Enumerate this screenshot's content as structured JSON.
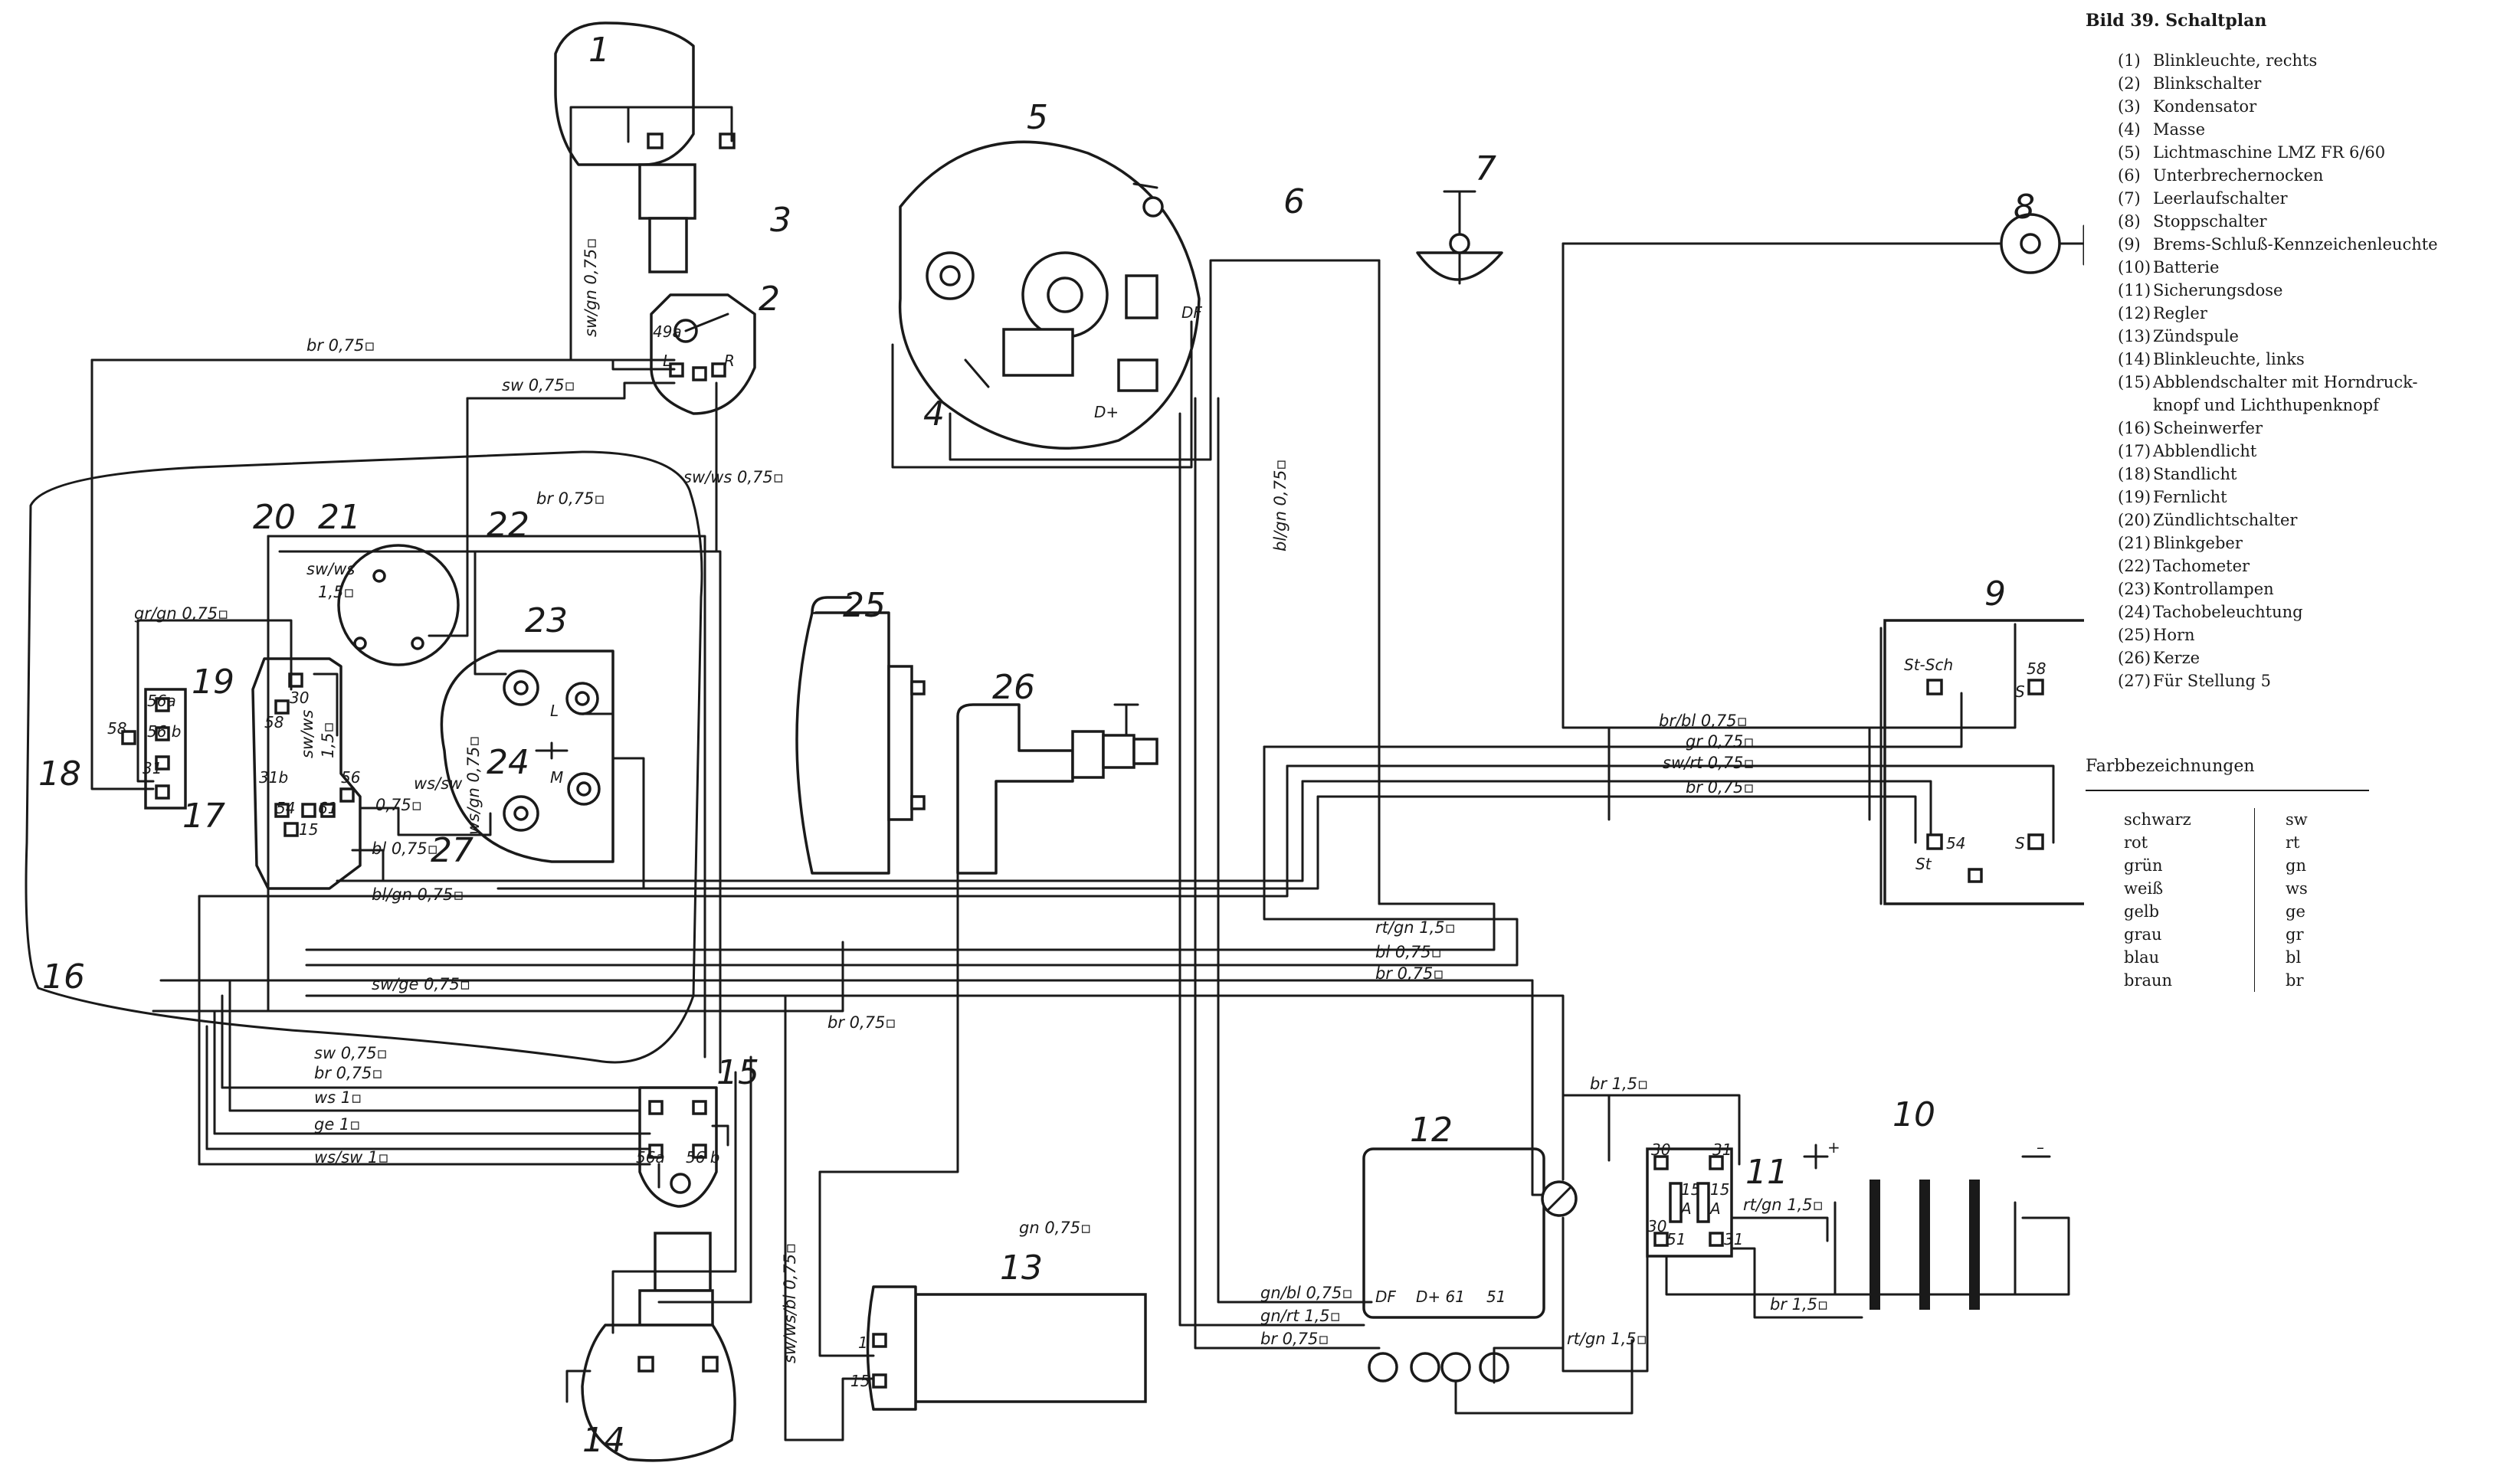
{
  "legend": {
    "title": "Bild 39. Schaltplan",
    "items": [
      {
        "num": "(1)",
        "text": "Blinkleuchte, rechts"
      },
      {
        "num": "(2)",
        "text": "Blinkschalter"
      },
      {
        "num": "(3)",
        "text": "Kondensator"
      },
      {
        "num": "(4)",
        "text": "Masse"
      },
      {
        "num": "(5)",
        "text": "Lichtmaschine LMZ FR 6/60"
      },
      {
        "num": "(6)",
        "text": "Unterbrechernocken"
      },
      {
        "num": "(7)",
        "text": "Leerlaufschalter"
      },
      {
        "num": "(8)",
        "text": "Stoppschalter"
      },
      {
        "num": "(9)",
        "text": "Brems-Schluß-Kennzeichenleuchte"
      },
      {
        "num": "(10)",
        "text": "Batterie"
      },
      {
        "num": "(11)",
        "text": "Sicherungsdose"
      },
      {
        "num": "(12)",
        "text": "Regler"
      },
      {
        "num": "(13)",
        "text": "Zündspule"
      },
      {
        "num": "(14)",
        "text": "Blinkleuchte, links"
      },
      {
        "num": "(15)",
        "text": "Abblendschalter mit Horndruck-"
      },
      {
        "num": "",
        "text": "knopf und Lichthupenknopf"
      },
      {
        "num": "(16)",
        "text": "Scheinwerfer"
      },
      {
        "num": "(17)",
        "text": "Abblendlicht"
      },
      {
        "num": "(18)",
        "text": "Standlicht"
      },
      {
        "num": "(19)",
        "text": "Fernlicht"
      },
      {
        "num": "(20)",
        "text": "Zündlichtschalter"
      },
      {
        "num": "(21)",
        "text": "Blinkgeber"
      },
      {
        "num": "(22)",
        "text": "Tachometer"
      },
      {
        "num": "(23)",
        "text": "Kontrollampen"
      },
      {
        "num": "(24)",
        "text": "Tachobeleuchtung"
      },
      {
        "num": "(25)",
        "text": "Horn"
      },
      {
        "num": "(26)",
        "text": "Kerze"
      },
      {
        "num": "(27)",
        "text": "Für Stellung 5"
      }
    ],
    "color_title": "Farbbezeichnungen",
    "colors": [
      {
        "name": "schwarz",
        "abbr": "sw"
      },
      {
        "name": "rot",
        "abbr": "rt"
      },
      {
        "name": "grün",
        "abbr": "gn"
      },
      {
        "name": "weiß",
        "abbr": "ws"
      },
      {
        "name": "gelb",
        "abbr": "ge"
      },
      {
        "name": "grau",
        "abbr": "gr"
      },
      {
        "name": "blau",
        "abbr": "bl"
      },
      {
        "name": "braun",
        "abbr": "br"
      }
    ]
  },
  "diagram": {
    "component_numbers": [
      "1",
      "2",
      "3",
      "4",
      "5",
      "6",
      "7",
      "8",
      "9",
      "10",
      "11",
      "12",
      "13",
      "14",
      "15",
      "16",
      "17",
      "18",
      "19",
      "20",
      "21",
      "22",
      "23",
      "24",
      "25",
      "26",
      "27"
    ],
    "wire_labels": {
      "w1": "sw/gn 0,75▫",
      "w2": "br 0,75▫",
      "w3": "sw 0,75▫",
      "w4": "sw/ws 0,75▫",
      "w5": "br 0,75▫",
      "w6": "gr/gn 0,75▫",
      "w7": "bl/gn 0,75▫",
      "w8": "br/bl 0,75▫",
      "w9": "gr 0,75▫",
      "w10": "sw/rt 0,75▫",
      "w11": "br 0,75▫",
      "w12": "ws/sw",
      "w13": "0,75▫",
      "w14": "bl 0,75▫",
      "w15": "bl/gn 0,75▫",
      "w16": "rt/gn 1,5▫",
      "w17": "bl 0,75▫",
      "w18": "br 0,75▫",
      "w19": "sw/ge 0,75▫",
      "w20": "br 0,75▫",
      "w21": "sw 0,75▫",
      "w22": "br 0,75▫",
      "w23": "ws 1▫",
      "w24": "ge 1▫",
      "w25": "ws/sw 1▫",
      "w26": "br 1,5▫",
      "w27": "rt/gn 1,5▫",
      "w28": "br 1,5▫",
      "w29": "gn 0,75▫",
      "w30": "gn/bl 0,75▫",
      "w31": "gn/rt 1,5▫",
      "w32": "br 0,75▫",
      "w33": "rt/gn 1,5▫",
      "w34": "sw/ws/bl 0,75▫",
      "w35": "ws/gn 0,75▫",
      "w36": "sw/ws",
      "w37": "1,5▫",
      "w38": "sw/ws",
      "w39": "1,5▫"
    },
    "terminals": {
      "t_2_49a": "49a",
      "t_2_L": "L",
      "t_2_R": "R",
      "t_5_DF": "DF",
      "t_5_Dplus": "D+",
      "t_9_stsch": "St-Sch",
      "t_9_58": "58",
      "t_9_S": "S",
      "t_9_54": "54",
      "t_9_St": "St",
      "t_9_S2": "S",
      "t_11_30a": "30",
      "t_11_31a": "31",
      "t_11_15a": "15",
      "t_11_Aa": "A",
      "t_11_15b": "15",
      "t_11_Ab": "A",
      "t_11_30b": "30",
      "t_11_51": "51",
      "t_11_31b": "31",
      "t_12_DF": "DF",
      "t_12_D61": "D+ 61",
      "t_12_51": "51",
      "t_13_1": "1",
      "t_13_15": "15",
      "t_15_56a": "56a",
      "t_15_56b": "56 b",
      "t_18_58": "58",
      "t_19_56a": "56a",
      "t_19_56b": "56 b",
      "t_19_31": "31",
      "t_20_30": "30",
      "t_20_58": "58",
      "t_20_31b": "31b",
      "t_20_54": "54",
      "t_20_61": "61",
      "t_20_56": "56",
      "t_20_15": "15",
      "t_23_L": "L",
      "t_23_M": "M",
      "t_batt_plus": "+",
      "t_batt_minus": "–"
    }
  }
}
